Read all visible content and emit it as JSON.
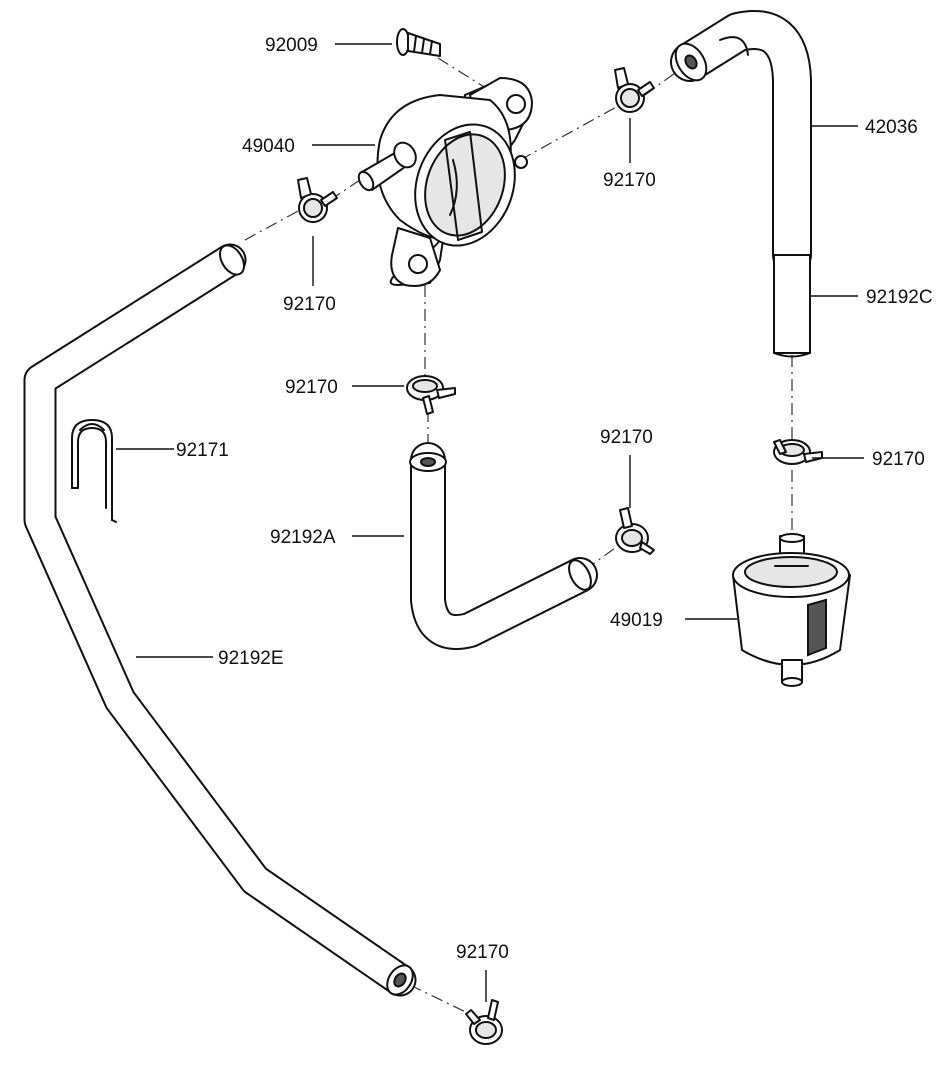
{
  "diagram": {
    "parts": [
      {
        "key": "screw",
        "number": "92009"
      },
      {
        "key": "fuel_cock",
        "number": "49040"
      },
      {
        "key": "clamp_cock_outlet",
        "number": "92170"
      },
      {
        "key": "hose_main",
        "number": "42036"
      },
      {
        "key": "clamp_cock_inlet",
        "number": "92170"
      },
      {
        "key": "hose_guard",
        "number": "92192C"
      },
      {
        "key": "clamp_cock_bottom",
        "number": "92170"
      },
      {
        "key": "clip",
        "number": "92171"
      },
      {
        "key": "clamp_elbow",
        "number": "92170"
      },
      {
        "key": "clamp_filter_top",
        "number": "92170"
      },
      {
        "key": "hose_elbow",
        "number": "92192A"
      },
      {
        "key": "fuel_filter",
        "number": "49019"
      },
      {
        "key": "hose_long",
        "number": "92192E"
      },
      {
        "key": "clamp_long_end",
        "number": "92170"
      }
    ]
  }
}
